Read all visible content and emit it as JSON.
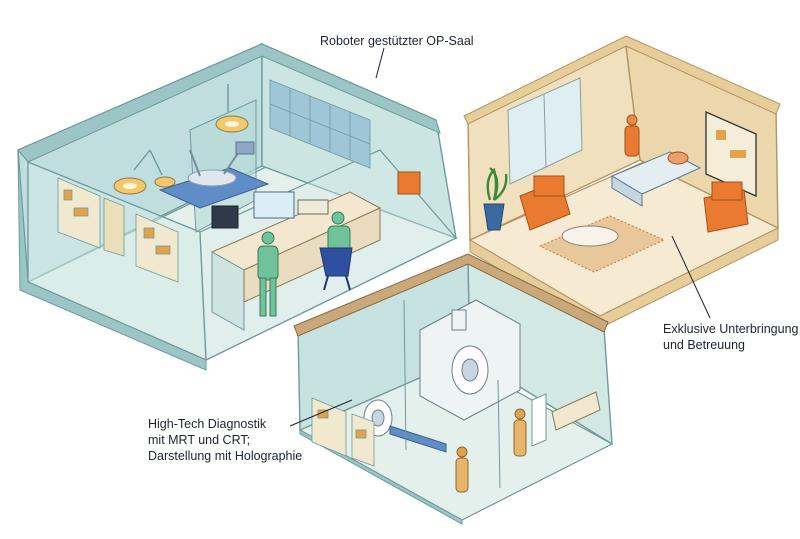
{
  "labels": {
    "op_saal": "Roboter gestützter OP-Saal",
    "unterbringung": [
      "Exklusive Unterbringung",
      "und Betreuung"
    ],
    "diagnostik": [
      "High-Tech Diagnostik",
      "mit MRT und CRT;",
      "Darstellung mit Holographie"
    ]
  },
  "colors": {
    "clinic_glass": "#cfe6e3",
    "clinic_wall": "#a9cfd0",
    "wood_wall": "#e7cd9a",
    "wood_floor": "#f6ead2",
    "accent_orange": "#ea7a2f",
    "staff_green": "#6fc29a",
    "chair_blue": "#2f4fa0"
  }
}
